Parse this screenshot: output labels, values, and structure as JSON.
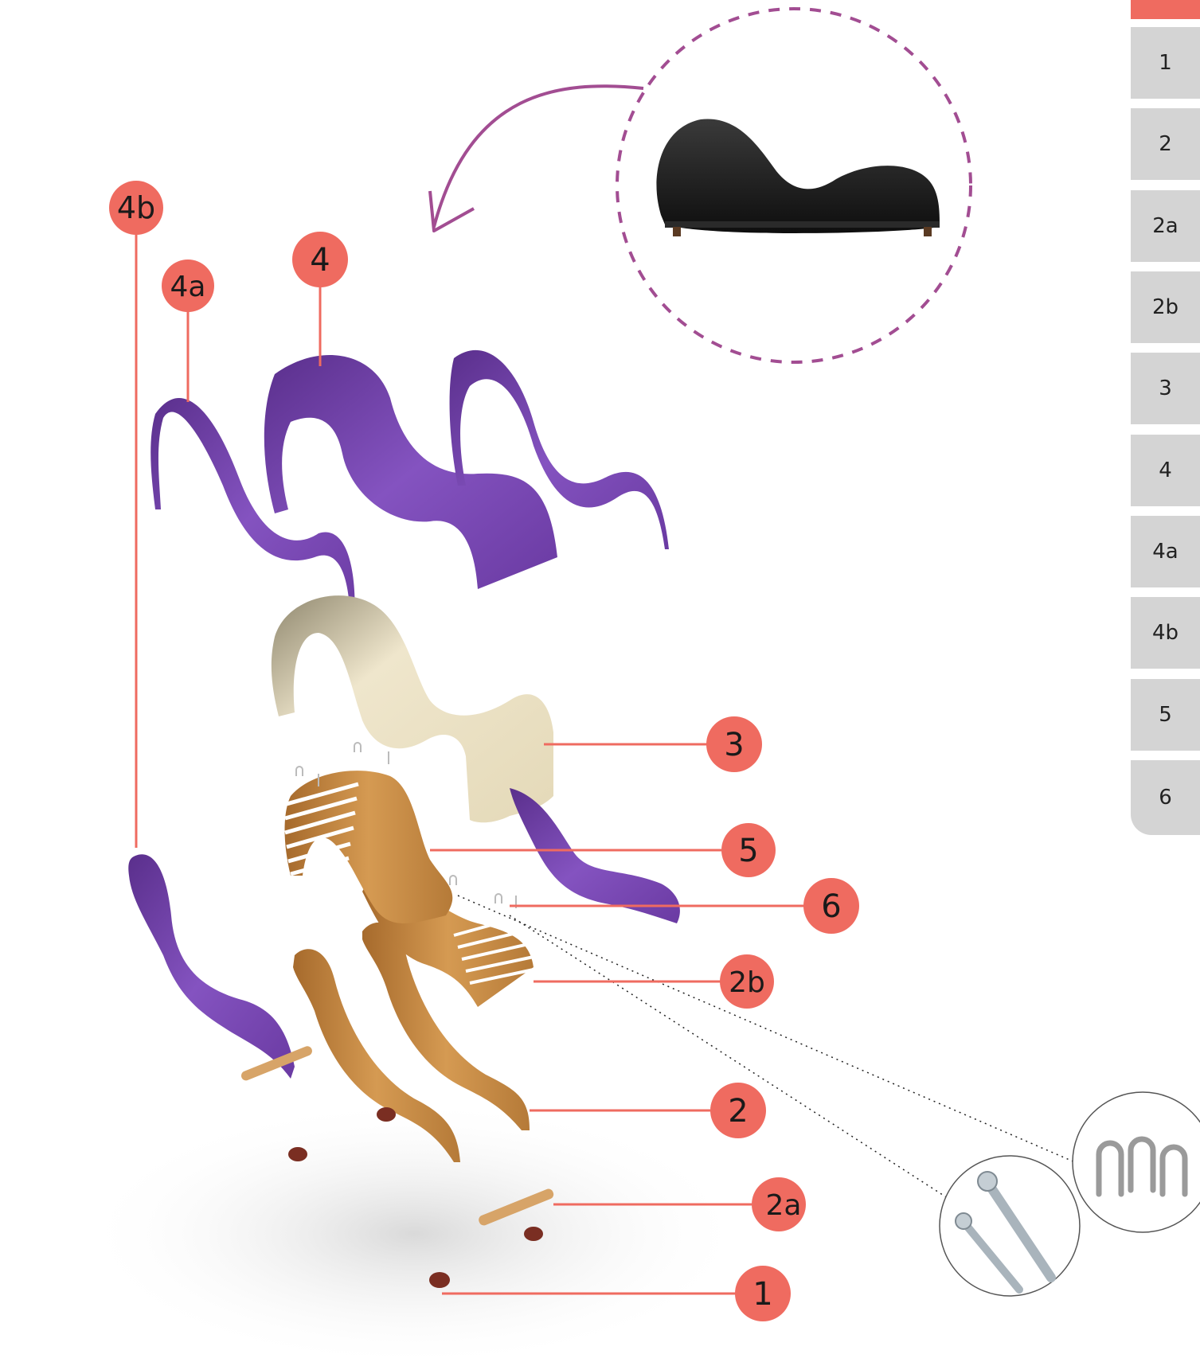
{
  "callouts": [
    {
      "id": "4b",
      "label": "4b"
    },
    {
      "id": "4",
      "label": "4"
    },
    {
      "id": "4a",
      "label": "4a"
    },
    {
      "id": "3",
      "label": "3"
    },
    {
      "id": "5",
      "label": "5"
    },
    {
      "id": "6",
      "label": "6"
    },
    {
      "id": "2b",
      "label": "2b"
    },
    {
      "id": "2",
      "label": "2"
    },
    {
      "id": "2a",
      "label": "2a"
    },
    {
      "id": "1",
      "label": "1"
    }
  ],
  "nav": {
    "items": [
      {
        "label": "1"
      },
      {
        "label": "2"
      },
      {
        "label": "2a"
      },
      {
        "label": "2b"
      },
      {
        "label": "3"
      },
      {
        "label": "4"
      },
      {
        "label": "4a"
      },
      {
        "label": "4b"
      },
      {
        "label": "5"
      },
      {
        "label": "6"
      }
    ]
  },
  "colors": {
    "accent": "#ef6b60",
    "upholstery": "#7a4bb0",
    "foam": "#ece3c9",
    "wood": "#c48a44",
    "arrow": "#a24d92",
    "nav_tab": "#d4d4d4"
  }
}
